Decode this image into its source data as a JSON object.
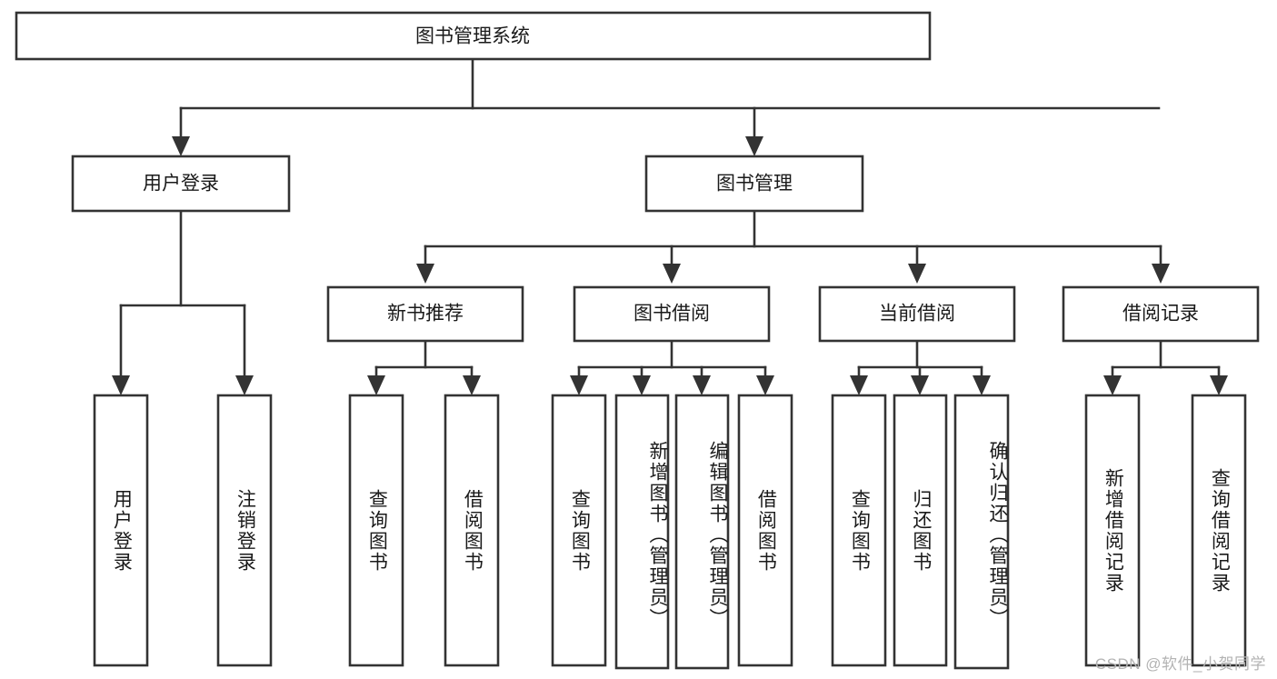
{
  "diagram": {
    "title": "图书管理系统",
    "type": "hierarchy-tree",
    "orientation": "top-down",
    "colors": {
      "box_stroke": "#333333",
      "box_fill": "#ffffff",
      "text": "#1a1a1a",
      "background": "#ffffff",
      "watermark": "#b3b3b3"
    },
    "levels": {
      "root": "图书管理系统",
      "level2": [
        "用户登录",
        "图书管理"
      ],
      "level3": [
        "新书推荐",
        "图书借阅",
        "当前借阅",
        "借阅记录"
      ]
    },
    "nodes": {
      "root": {
        "label": "图书管理系统"
      },
      "user_login": {
        "label": "用户登录"
      },
      "book_manage": {
        "label": "图书管理"
      },
      "new_book_rec": {
        "label": "新书推荐"
      },
      "book_borrow": {
        "label": "图书借阅"
      },
      "current_borrow": {
        "label": "当前借阅"
      },
      "borrow_record": {
        "label": "借阅记录"
      },
      "leaf_user_login": {
        "label": "用户登录"
      },
      "leaf_logout": {
        "label": "注销登录"
      },
      "leaf_query_book_1": {
        "label": "查询图书"
      },
      "leaf_borrow_book_1": {
        "label": "借阅图书"
      },
      "leaf_query_book_2": {
        "label": "查询图书"
      },
      "leaf_add_book": {
        "label": "新增图书（管理员）"
      },
      "leaf_edit_book": {
        "label": "编辑图书（管理员）"
      },
      "leaf_borrow_book_2": {
        "label": "借阅图书"
      },
      "leaf_query_book_3": {
        "label": "查询图书"
      },
      "leaf_return_book": {
        "label": "归还图书"
      },
      "leaf_confirm_return": {
        "label": "确认归还（管理员）"
      },
      "leaf_add_record": {
        "label": "新增借阅记录"
      },
      "leaf_query_record": {
        "label": "查询借阅记录"
      }
    },
    "watermark": "CSDN @软件_小贺同学"
  }
}
